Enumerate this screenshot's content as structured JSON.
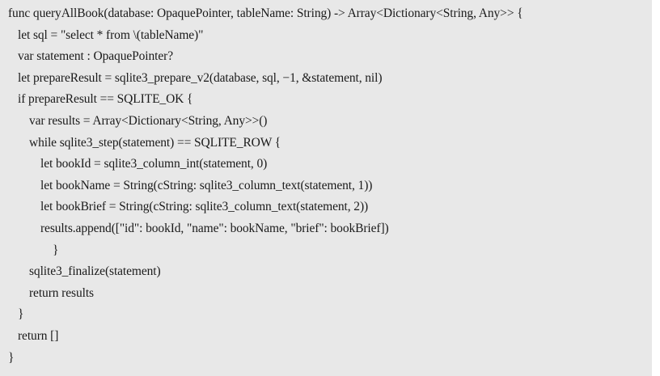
{
  "code": {
    "lines": [
      "func queryAllBook(database: OpaquePointer, tableName: String) -> Array<Dictionary<String, Any>> {",
      "let sql = \"select * from \\(tableName)\"",
      "var statement : OpaquePointer?",
      "let prepareResult = sqlite3_prepare_v2(database, sql, −1, &statement, nil)",
      "if prepareResult == SQLITE_OK {",
      "var results = Array<Dictionary<String, Any>>()",
      "while sqlite3_step(statement) == SQLITE_ROW {",
      "let bookId = sqlite3_column_int(statement, 0)",
      "let bookName = String(cString: sqlite3_column_text(statement, 1))",
      "let bookBrief = String(cString: sqlite3_column_text(statement, 2))",
      "results.append([\"id\": bookId, \"name\": bookName, \"brief\": bookBrief])",
      "}",
      "sqlite3_finalize(statement)",
      "return results",
      "}",
      "return []",
      "}"
    ]
  }
}
